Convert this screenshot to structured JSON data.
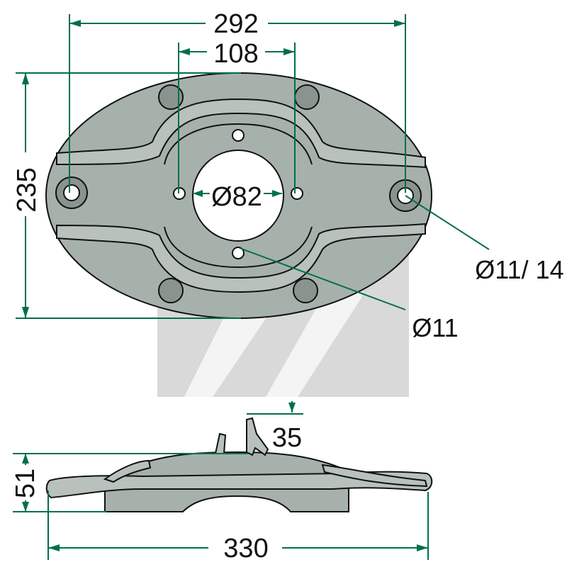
{
  "dimensions": {
    "overall_hole_spacing": "292",
    "inner_hole_spacing": "108",
    "height": "235",
    "center_bore": "Ø82",
    "outer_hole": "Ø11/ 14",
    "inner_hole": "Ø11",
    "blade_height": "35",
    "side_height": "51",
    "overall_length": "330"
  },
  "colors": {
    "dimension_line": "#00704a",
    "part_fill": "#a7b1ac",
    "watermark": "#d9d9d9"
  }
}
